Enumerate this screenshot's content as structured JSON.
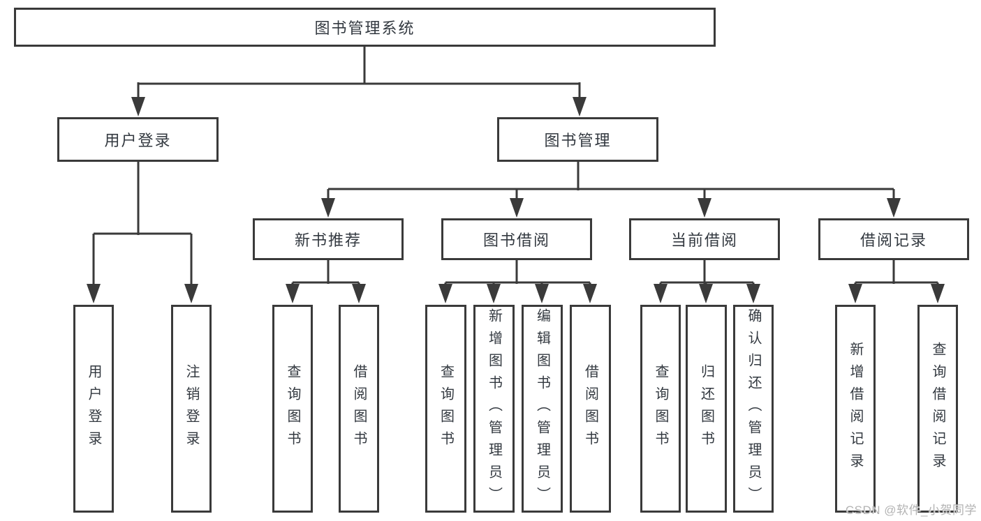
{
  "diagram": {
    "root": {
      "label": "图书管理系统",
      "children": [
        {
          "label": "用户登录",
          "children": [
            {
              "label": "用户登录"
            },
            {
              "label": "注销登录"
            }
          ]
        },
        {
          "label": "图书管理",
          "children": [
            {
              "label": "新书推荐",
              "children": [
                {
                  "label": "查询图书"
                },
                {
                  "label": "借阅图书"
                }
              ]
            },
            {
              "label": "图书借阅",
              "children": [
                {
                  "label": "查询图书"
                },
                {
                  "label": "新增图书（管理员）"
                },
                {
                  "label": "编辑图书（管理员）"
                },
                {
                  "label": "借阅图书"
                }
              ]
            },
            {
              "label": "当前借阅",
              "children": [
                {
                  "label": "查询图书"
                },
                {
                  "label": "归还图书"
                },
                {
                  "label": "确认归还（管理员）"
                }
              ]
            },
            {
              "label": "借阅记录",
              "children": [
                {
                  "label": "新增借阅记录"
                },
                {
                  "label": "查询借阅记录"
                }
              ]
            }
          ]
        }
      ]
    }
  },
  "watermark": "CSDN @软件_小贺同学",
  "colors": {
    "line": "#3a3a3a",
    "box_border": "#3a3a3a",
    "text": "#333940",
    "watermark": "#b3b3b3",
    "background": "#ffffff"
  }
}
